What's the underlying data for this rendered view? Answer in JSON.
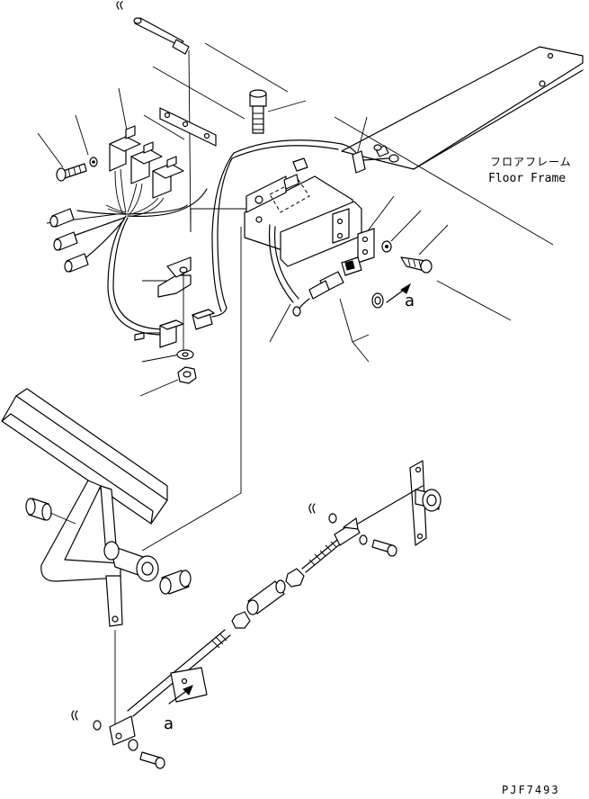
{
  "floor_frame": {
    "label_jp": "フロアフレーム",
    "label_en": "Floor Frame"
  },
  "view_marker": "a",
  "drawing_code": "PJF7493"
}
